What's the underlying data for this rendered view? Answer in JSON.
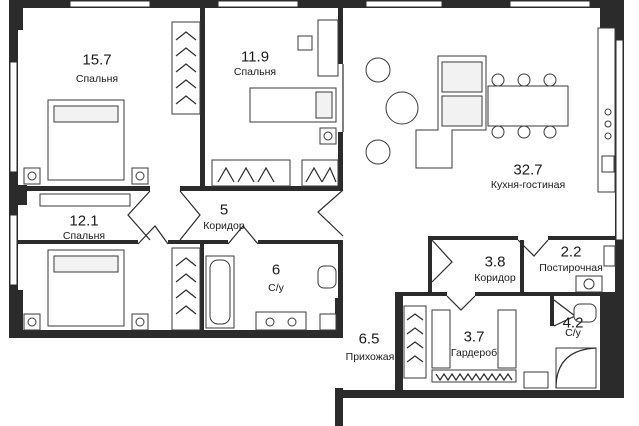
{
  "rooms": [
    {
      "id": "bedroom1",
      "area": "15.7",
      "name": "Спальня"
    },
    {
      "id": "bedroom2",
      "area": "11.9",
      "name": "Спальня"
    },
    {
      "id": "kitchen",
      "area": "32.7",
      "name": "Кухня-гостиная"
    },
    {
      "id": "bedroom3",
      "area": "12.1",
      "name": "Спальня"
    },
    {
      "id": "corridor1",
      "area": "5",
      "name": "Коридор"
    },
    {
      "id": "bath1",
      "area": "6",
      "name": "С/у"
    },
    {
      "id": "corridor2",
      "area": "3.8",
      "name": "Коридор"
    },
    {
      "id": "laundry",
      "area": "2.2",
      "name": "Постирочная"
    },
    {
      "id": "wardrobe",
      "area": "3.7",
      "name": "Гардероб"
    },
    {
      "id": "bath2",
      "area": "4.2",
      "name": "С/у"
    },
    {
      "id": "hall",
      "area": "6.5",
      "name": "Прихожая"
    }
  ]
}
